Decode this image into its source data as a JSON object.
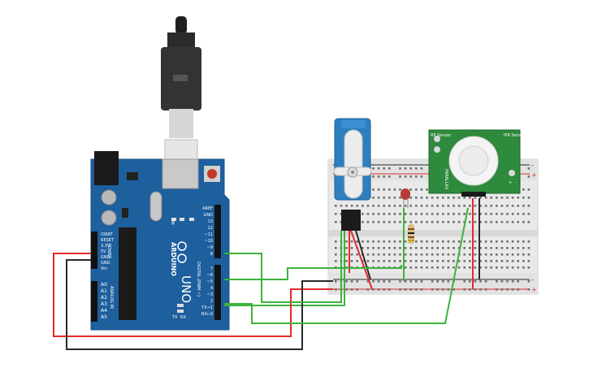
{
  "arduino": {
    "brand": "ARDUINO",
    "model": "UNO",
    "section_power": "POWER",
    "section_analog": "ANALOG IN",
    "section_digital": "DIGITAL (PWM ~)",
    "power_pins": [
      "IOREF",
      "RESET",
      "3.3V",
      "5V",
      "GND",
      "GND",
      "Vin"
    ],
    "analog_pins": [
      "A0",
      "A1",
      "A2",
      "A3",
      "A4",
      "A5"
    ],
    "digital_top": [
      "AREF",
      "GND",
      "13",
      "12",
      "~11",
      "~10",
      "~9",
      "8"
    ],
    "digital_bottom": [
      "7",
      "~6",
      "~5",
      "4",
      "~3",
      "2",
      "TX→1",
      "RX←0"
    ],
    "tag_on": "ON",
    "tag_l": "L",
    "tag_tx": "TX",
    "tag_rx": "RX"
  },
  "pir_sensor": {
    "left_text": "RP Sensor",
    "right_text": "PIR Sensor",
    "pins": [
      "PARALLAX",
      "+",
      "-"
    ]
  },
  "breadboard": {
    "rail_plus": "+",
    "rail_minus": "-"
  },
  "wire_colors": {
    "red": "#e32a2a",
    "black": "#2a2a2a",
    "green": "#3cb33c"
  }
}
